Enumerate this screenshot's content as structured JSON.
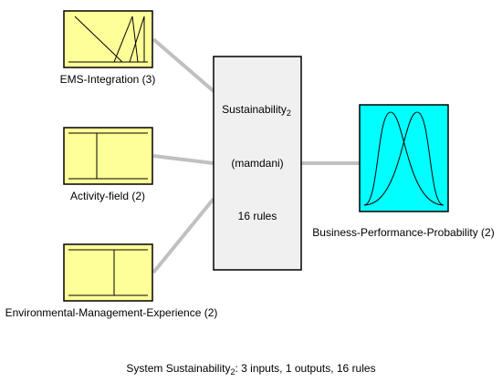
{
  "colors": {
    "input_fill": "#ffff99",
    "output_fill": "#00ffff",
    "system_fill": "#f0f0f0",
    "connector": "#c0c0c0",
    "outline": "#000000"
  },
  "inputs": [
    {
      "label": "EMS-Integration (3)",
      "mf_icon": "triangular-mf-icon"
    },
    {
      "label": "Activity-field (2)",
      "mf_icon": "crisp-mf-icon"
    },
    {
      "label": "Environmental-Management-Experience (2)",
      "mf_icon": "crisp-mf-icon"
    }
  ],
  "system": {
    "name": "Sustainability",
    "name_subscript": "2",
    "type": "(mamdani)",
    "rules": "16 rules"
  },
  "output": {
    "label": "Business-Performance-Probability (2)",
    "mf_icon": "gaussian-mf-icon"
  },
  "footer": {
    "prefix": "System Sustainability",
    "subscript": "2",
    "suffix": ": 3 inputs, 1 outputs, 16 rules"
  }
}
